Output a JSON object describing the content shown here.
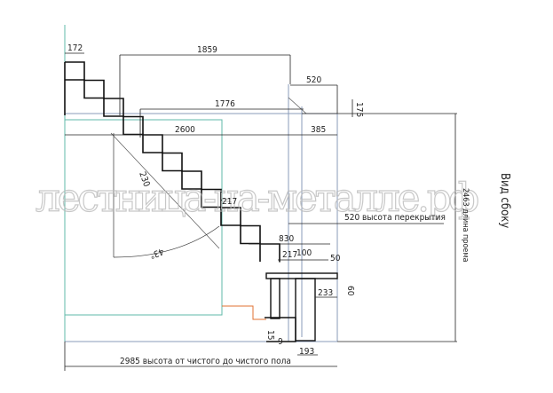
{
  "title": "Вид сбоку",
  "watermark": "лестница-на-металле.рф",
  "dimensions": {
    "d172": "172",
    "d1859": "1859",
    "d520top": "520",
    "d175": "175",
    "d1776": "1776",
    "d2600": "2600",
    "d385": "385",
    "d230": "230",
    "d217a": "217",
    "angle": "43°",
    "d520floor": "520 высота перекрытия",
    "d830": "830",
    "d217b": "217",
    "d100": "100",
    "d50": "50",
    "d60": "60",
    "d233": "233",
    "d15": "15",
    "d9": "9",
    "d193": "193",
    "height": "2985 высота от чистого до чистого пола",
    "opening": "2463 длина проема"
  },
  "colors": {
    "line": "#111111",
    "green": "#5fb8a8",
    "blue": "#8a9bb8",
    "orange": "#e07030"
  }
}
